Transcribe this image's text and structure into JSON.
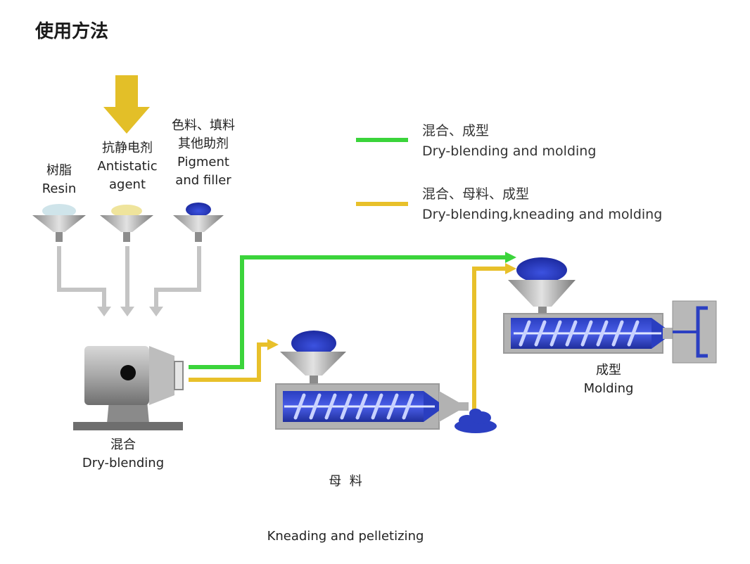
{
  "title": "使用方法",
  "legend": [
    {
      "label_zh": "混合、成型",
      "label_en": "Dry-blending and molding",
      "color": "#3bd43b"
    },
    {
      "label_zh": "混合、母料、成型",
      "label_en": "Dry-blending,kneading and molding",
      "color": "#e8c02a"
    }
  ],
  "inputs": {
    "resin": {
      "zh": "树脂",
      "en": "Resin"
    },
    "antistatic": {
      "zh": "抗静电剂",
      "en1": "Antistatic",
      "en2": "agent"
    },
    "pigment": {
      "zh1": "色料、填料",
      "zh2": "其他助剂",
      "en1": "Pigment",
      "en2": "and filler"
    }
  },
  "stages": {
    "blending": {
      "zh": "混合",
      "en": "Dry-blending"
    },
    "kneading": {
      "zh": "母  料",
      "en": "Kneading and pelletizing"
    },
    "molding": {
      "zh": "成型",
      "en": "Molding"
    }
  },
  "colors": {
    "green_path": "#3bd43b",
    "yellow_path": "#e8c02a",
    "gray_arrow": "#c4c4c4",
    "blue_material": "#2b3fc2",
    "input_arrow": "#e3bf28"
  }
}
